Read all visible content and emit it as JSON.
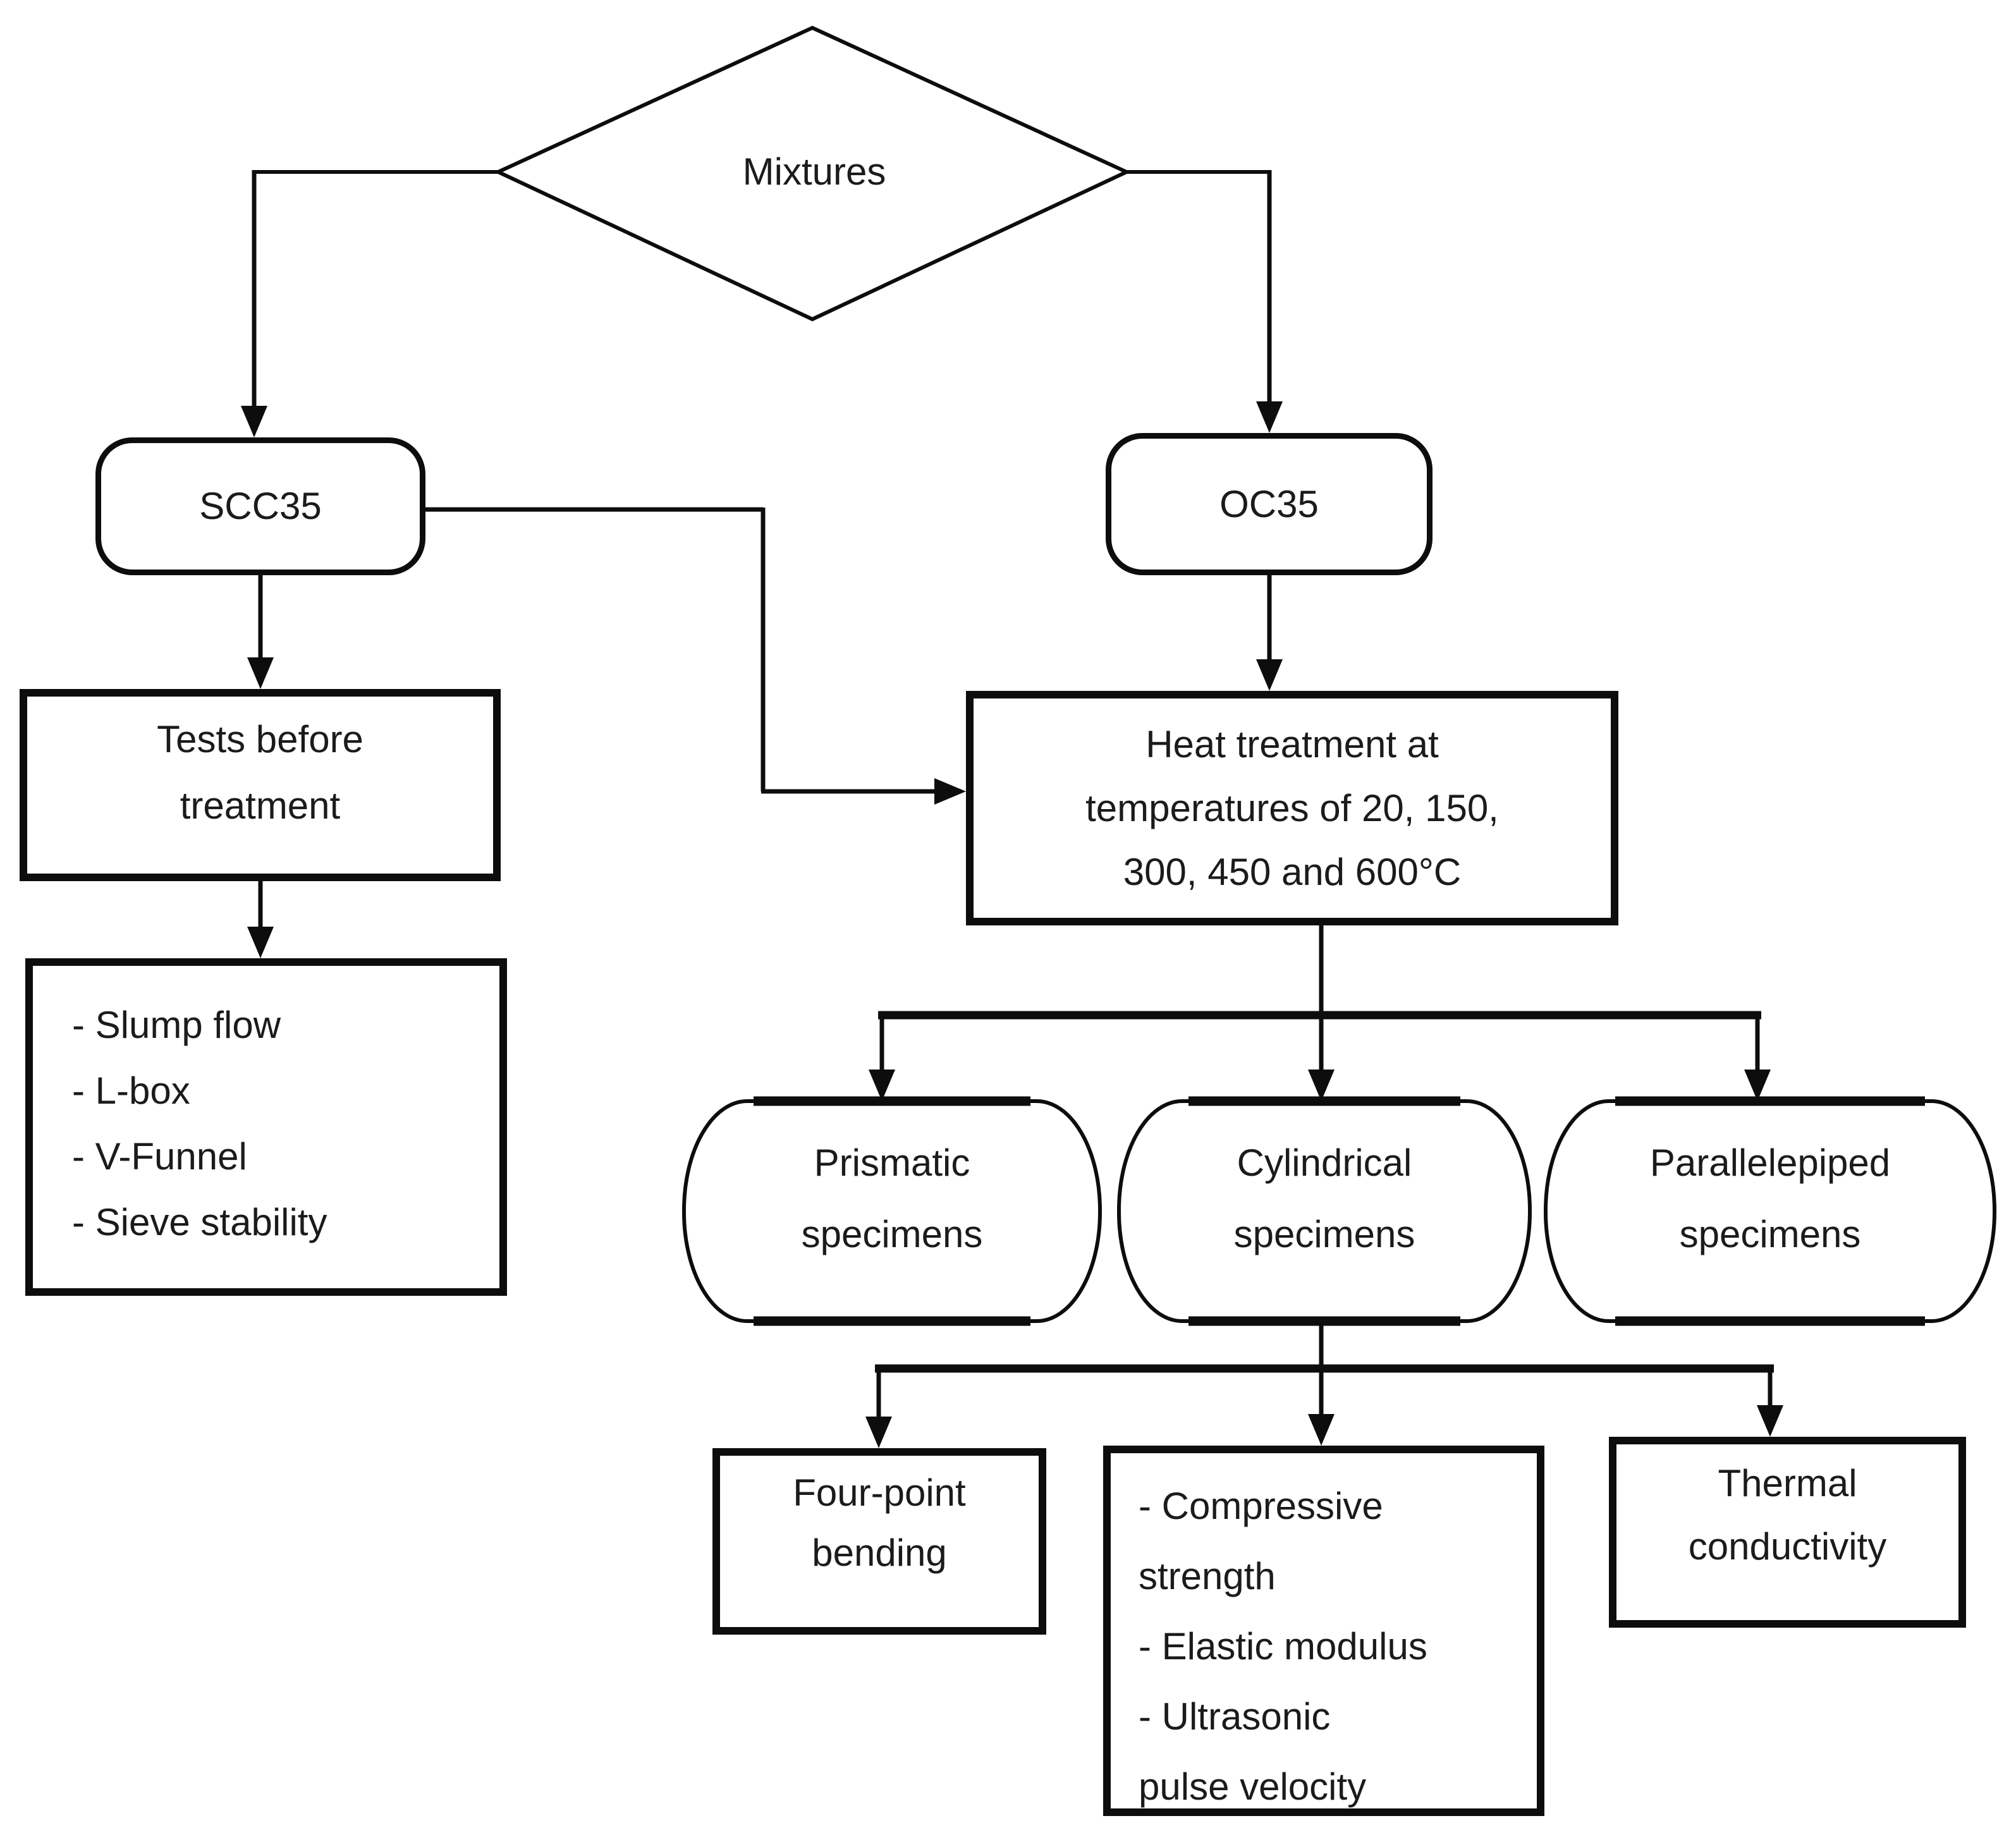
{
  "figure": {
    "type": "flowchart",
    "background_color": "#ffffff",
    "line_color": "#000000",
    "text_color": "#1b1b1b",
    "nodes": {
      "mixtures": {
        "shape": "diamond",
        "label": "Mixtures"
      },
      "scc35": {
        "shape": "rounded-rectangle",
        "label": "SCC35"
      },
      "oc35": {
        "shape": "rounded-rectangle",
        "label": "OC35"
      },
      "tests_before_treatment": {
        "shape": "rectangle",
        "lines": [
          "Tests before",
          "treatment"
        ]
      },
      "fresh_tests": {
        "shape": "rectangle",
        "lines": [
          "- Slump flow",
          "- L-box",
          "- V-Funnel",
          "- Sieve stability"
        ]
      },
      "heat_treatment": {
        "shape": "rectangle",
        "lines": [
          "Heat treatment at",
          "temperatures of 20, 150,",
          "300, 450 and 600°C"
        ]
      },
      "prismatic": {
        "shape": "barrel-rounded-rectangle",
        "lines": [
          "Prismatic",
          "specimens"
        ]
      },
      "cylindrical": {
        "shape": "barrel-rounded-rectangle",
        "lines": [
          "Cylindrical",
          "specimens"
        ]
      },
      "parallelepiped": {
        "shape": "barrel-rounded-rectangle",
        "lines": [
          "Parallelepiped",
          "specimens"
        ]
      },
      "four_point_bending": {
        "shape": "rectangle",
        "lines": [
          "Four-point",
          "bending"
        ]
      },
      "mechanical_tests": {
        "shape": "rectangle",
        "lines": [
          "- Compressive",
          "strength",
          "- Elastic modulus",
          "- Ultrasonic",
          "pulse velocity"
        ]
      },
      "thermal_conductivity": {
        "shape": "rectangle",
        "lines": [
          "Thermal",
          "conductivity"
        ]
      }
    },
    "edges": [
      "mixtures -> scc35",
      "mixtures -> oc35",
      "scc35 -> tests_before_treatment",
      "tests_before_treatment -> fresh_tests",
      "scc35 -> heat_treatment",
      "oc35 -> heat_treatment",
      "heat_treatment -> prismatic",
      "heat_treatment -> cylindrical",
      "heat_treatment -> parallelepiped",
      "specimens -> four_point_bending",
      "specimens -> mechanical_tests",
      "specimens -> thermal_conductivity"
    ]
  }
}
